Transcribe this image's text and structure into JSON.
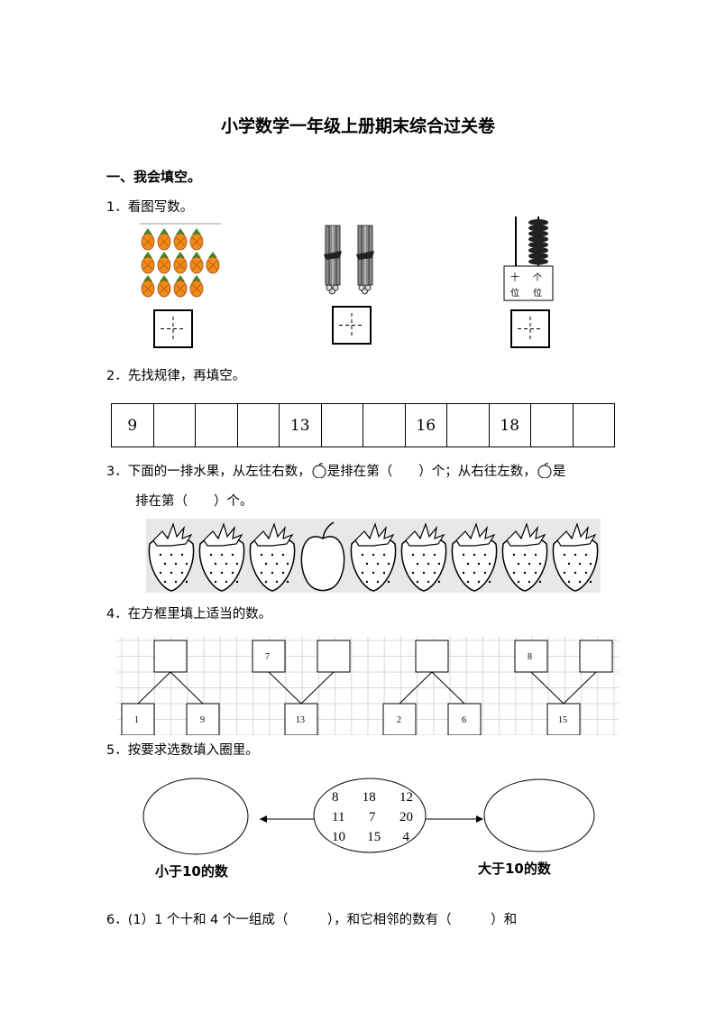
{
  "title": "小学数学一年级上册期末综合过关卷",
  "section1": "一、我会填空。",
  "q1": {
    "label": "1．看图写数。",
    "abacus": {
      "tens_label": "十",
      "tens_label2": "位",
      "ones_label": "个",
      "ones_label2": "位",
      "tens_beads": 0,
      "ones_beads": 8
    }
  },
  "q2": {
    "label": "2．先找规律，再填空。",
    "cells": [
      "9",
      "",
      "",
      "",
      "13",
      "",
      "",
      "16",
      "",
      "18",
      "",
      ""
    ]
  },
  "q3": {
    "line1a": "3．下面的一排水果，从左往右数，",
    "line1b": "是排在第（　　）个；从右往左数，",
    "line1c": "是",
    "line2": "排在第（　　）个。",
    "fruits": [
      "strawberry",
      "strawberry",
      "strawberry",
      "apple",
      "strawberry",
      "strawberry",
      "strawberry",
      "strawberry",
      "strawberry"
    ]
  },
  "q4": {
    "label": "4．在方框里填上适当的数。",
    "groups": [
      {
        "top": [
          ""
        ],
        "bottom": [
          "1",
          "9"
        ]
      },
      {
        "top": [
          "7",
          ""
        ],
        "bottom": [
          "13"
        ]
      },
      {
        "top": [
          ""
        ],
        "bottom": [
          "2",
          "6"
        ]
      },
      {
        "top": [
          "8",
          ""
        ],
        "bottom": [
          "15"
        ]
      }
    ]
  },
  "q5": {
    "label": "5．按要求选数填入圈里。",
    "numbers": [
      [
        "8",
        "18",
        "12"
      ],
      [
        "11",
        "7",
        "20"
      ],
      [
        "10",
        "15",
        "4"
      ]
    ],
    "left_label": "小于10的数",
    "right_label": "大于10的数"
  },
  "q6": {
    "text": "6．(1）1 个十和 4 个一组成（　　　），和它相邻的数有（　　　）和"
  }
}
